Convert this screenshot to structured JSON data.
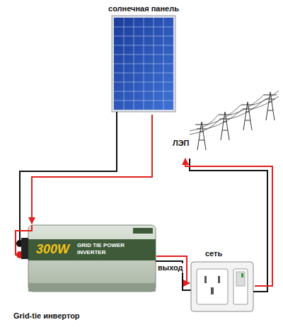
{
  "diagram": {
    "nodes": [
      {
        "text": [
          "солнечная панель"
        ]
      },
      {
        "text": [
          "300W",
          "GRID TIE POWER INVERTER",
          "Grid-tie инвертор"
        ]
      },
      {
        "text": [
          "сеть"
        ]
      },
      {
        "text": [
          "ЛЭП"
        ]
      }
    ],
    "edges": [
      {
        "from": 0,
        "to": 1,
        "arrow": "to"
      },
      {
        "from": 1,
        "to": 2,
        "arrow": "to",
        "label": "выход"
      },
      {
        "from": 2,
        "to": 3,
        "arrow": "to"
      }
    ]
  }
}
